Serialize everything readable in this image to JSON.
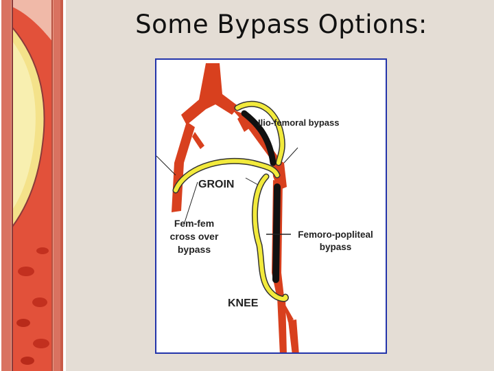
{
  "slide": {
    "title": "Some Bypass Options:"
  },
  "diagram": {
    "labels": {
      "ilio_femoral": "Ilio-femoral bypass",
      "groin": "GROIN",
      "fem_fem_line1": "Fem-fem",
      "fem_fem_line2": "cross over",
      "fem_fem_line3": "bypass",
      "femoro_popliteal_line1": "Femoro-popliteal",
      "femoro_popliteal_line2": "bypass",
      "knee": "KNEE"
    },
    "colors": {
      "artery": "#d8401e",
      "graft_yellow": "#f2ea3c",
      "graft_black": "#111111",
      "frame_border": "#2233aa"
    }
  },
  "decor": {
    "strip": "artery-cross-section-illustration"
  }
}
